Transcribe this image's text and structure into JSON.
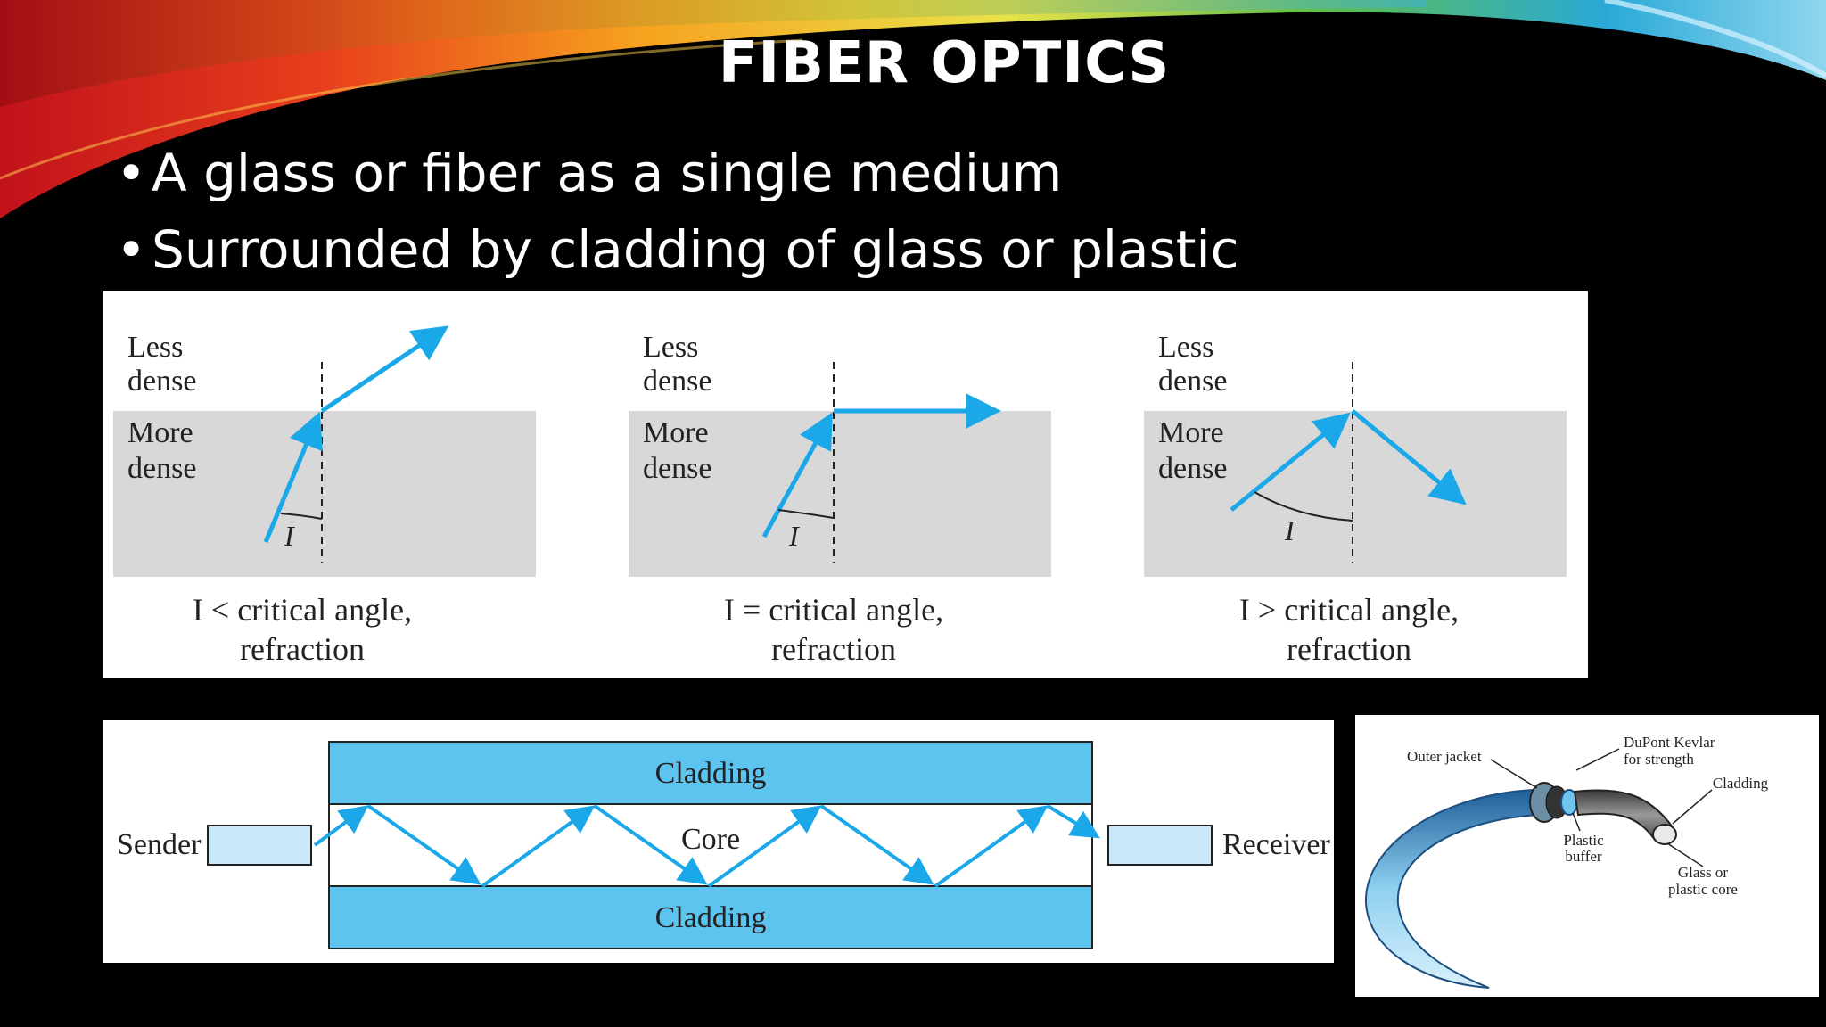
{
  "slide": {
    "title": "FIBER OPTICS",
    "bullets": [
      "A glass or fiber as a single medium",
      "Surrounded by cladding of glass or plastic"
    ],
    "bullet_glyph": "•"
  },
  "refraction_diagram": {
    "panels": [
      {
        "less": [
          "Less",
          "dense"
        ],
        "more": [
          "More",
          "dense"
        ],
        "angle_label": "I",
        "caption": [
          "I < critical angle,",
          "refraction"
        ]
      },
      {
        "less": [
          "Less",
          "dense"
        ],
        "more": [
          "More",
          "dense"
        ],
        "angle_label": "I",
        "caption": [
          "I = critical angle,",
          "refraction"
        ]
      },
      {
        "less": [
          "Less",
          "dense"
        ],
        "more": [
          "More",
          "dense"
        ],
        "angle_label": "I",
        "caption": [
          "I > critical angle,",
          "refraction"
        ]
      }
    ]
  },
  "transmission_diagram": {
    "sender": "Sender",
    "receiver": "Receiver",
    "cladding_top": "Cladding",
    "core": "Core",
    "cladding_bottom": "Cladding"
  },
  "cable_diagram": {
    "outer_jacket": "Outer jacket",
    "kevlar": [
      "DuPont Kevlar",
      "for strength"
    ],
    "cladding": "Cladding",
    "buffer": [
      "Plastic",
      "buffer"
    ],
    "core": [
      "Glass or",
      "plastic core"
    ]
  },
  "colors": {
    "ray": "#1aa8e8",
    "medium_gray": "#d8d8d8",
    "cladding_blue": "#5dc4ef",
    "box_blue": "#c9e9fa"
  }
}
